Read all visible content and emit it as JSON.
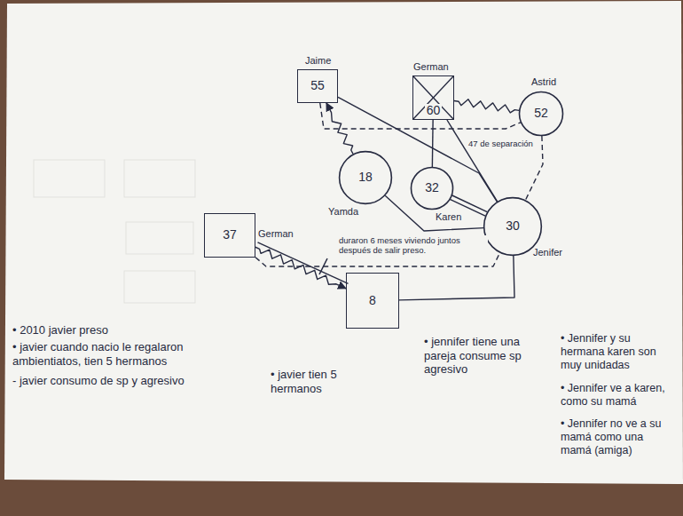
{
  "diagram": {
    "nodes": [
      {
        "text": [
          "Jaime",
          "55"
        ]
      },
      {
        "text": [
          "German",
          "60"
        ]
      },
      {
        "text": [
          "Astrid",
          "52"
        ]
      },
      {
        "text": [
          "Yamda",
          "18"
        ]
      },
      {
        "text": [
          "Karen",
          "32"
        ]
      },
      {
        "text": [
          "Jenifer",
          "30"
        ]
      },
      {
        "text": [
          "German",
          "37"
        ]
      },
      {
        "text": [
          "8"
        ]
      }
    ],
    "edges": [
      {
        "from": 3,
        "to": 0,
        "arrow": "to"
      },
      {
        "from": 0,
        "to": 5,
        "arrow": "none"
      },
      {
        "from": 0,
        "to": 2,
        "arrow": "none"
      },
      {
        "from": 1,
        "to": 2,
        "arrow": "none"
      },
      {
        "from": 1,
        "to": 4,
        "arrow": "none"
      },
      {
        "from": 1,
        "to": 5,
        "arrow": "none"
      },
      {
        "from": 2,
        "to": 5,
        "arrow": "none"
      },
      {
        "from": 4,
        "to": 5,
        "arrow": "none"
      },
      {
        "from": 3,
        "to": 5,
        "arrow": "none"
      },
      {
        "from": 6,
        "to": 7,
        "arrow": "to"
      },
      {
        "from": 6,
        "to": 5,
        "arrow": "none"
      },
      {
        "from": 5,
        "to": 7,
        "arrow": "none"
      }
    ],
    "labels": [
      "47 de separación",
      "duraron 6 meses viviendo juntos después de salir preso.",
      "• 2010 javier preso",
      "• javier cuando nacio le regalaron ambientiatos, tien 5 hermanos",
      "- javier consumo de sp y agresivo",
      "• javier tien 5 hermanos",
      "• jennifer tiene una pareja consume sp agresivo",
      "• Jennifer y su hermana karen son muy unidadas",
      "• Jennifer ve a karen, como su mamá",
      "• Jennifer no ve a su mamá como una mamá (amiga)"
    ]
  }
}
